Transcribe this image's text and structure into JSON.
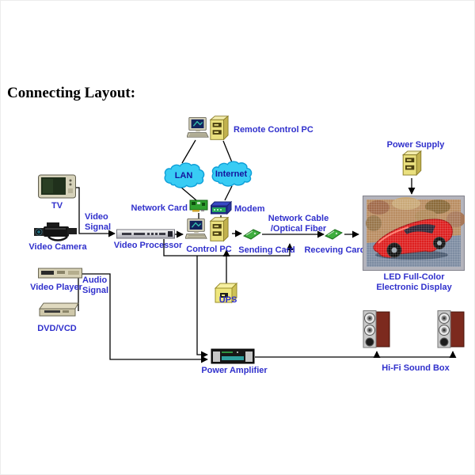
{
  "title": "Connecting Layout:",
  "colors": {
    "label_text": "#3030cc",
    "cloud_fill": "#38ccf4",
    "cloud_text": "#15159e",
    "line": "#000000",
    "background": "#ffffff",
    "display_car": "#dd1f1f"
  },
  "labels": {
    "remote_control_pc": "Remote Control PC",
    "lan": "LAN",
    "internet": "Internet",
    "network_card": "Network Card",
    "modem": "Modem",
    "power_supply": "Power Supply",
    "tv": "TV",
    "video_camera": "Video Camera",
    "video_signal": "Video\nSignal",
    "video_processor": "Video Processor",
    "control_pc": "Control PC",
    "sending_card": "Sending Card",
    "network_cable": "Network Cable\n/Optical Fiber",
    "receving_card": "Receving Card",
    "led_display": "LED Full-Color\nElectronic Display",
    "video_player": "Video Player",
    "audio_signal": "Audio\nSignal",
    "dvd_vcd": "DVD/VCD",
    "ups": "UPS",
    "power_amplifier": "Power Amplifier",
    "hifi_sound_box": "Hi-Fi Sound Box"
  },
  "connections": [
    "Remote Control PC - LAN",
    "Remote Control PC - Internet",
    "LAN - Network Card",
    "Internet - Modem",
    "Network Card - Control PC",
    "Modem - Control PC",
    "TV / Video Camera -> Video Signal -> Video Processor",
    "Video Processor -> Control PC",
    "Control PC -> Sending Card",
    "Video Processor -> Sending Card",
    "Video Processor -> Power Amplifier",
    "Sending Card -> Receving Card via Network Cable/Optical Fiber",
    "Receving Card -> LED Full-Color Electronic Display",
    "Power Supply -> LED Full-Color Electronic Display",
    "UPS -> Control PC",
    "Video Player / DVD/VCD -> Audio Signal -> Power Amplifier",
    "Power Amplifier -> Hi-Fi Sound Box"
  ]
}
